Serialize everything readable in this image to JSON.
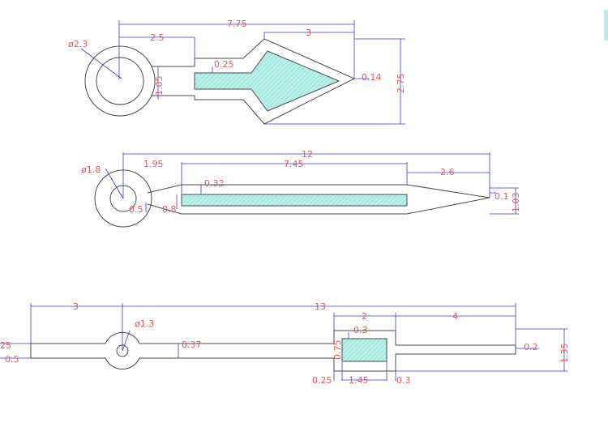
{
  "drawing": {
    "title": "",
    "line_color": "#4a4a4a",
    "dimension_line_color": "#3a3ad8",
    "dimension_text_color": "#e05a5a",
    "lume_color": "#b8f0e8"
  },
  "hand1": {
    "dim_total_length": "7.75",
    "dim_2_5": "2.5",
    "dim_3": "3",
    "dim_diameter": "ø2.3",
    "dim_0_25": "0.25",
    "dim_0_14": "0.14",
    "dim_1_05": "1.05",
    "dim_2_75": "2.75"
  },
  "hand2": {
    "dim_total_length": "12",
    "dim_1_95": "1.95",
    "dim_7_45": "7.45",
    "dim_2_6": "2.6",
    "dim_diameter": "ø1.8",
    "dim_0_32": "0.32",
    "dim_0_1": "0.1",
    "dim_0_5": "0.5",
    "dim_0_8": "0.8",
    "dim_1_03": "1.03"
  },
  "hand3": {
    "dim_3": "3",
    "dim_13": "13",
    "dim_2": "2",
    "dim_4": "4",
    "dim_diameter": "ø1.3",
    "dim_0_3_top": "0.3",
    "dim_0_37": "0.37",
    "dim_left_25": "25",
    "dim_left_0_5": "0.5",
    "dim_0_2": "0.2",
    "dim_0_25": "0.25",
    "dim_1_45": "1.45",
    "dim_0_3_bottom": "0.3",
    "dim_0_75": "0.75",
    "dim_1_35": "1.35"
  }
}
